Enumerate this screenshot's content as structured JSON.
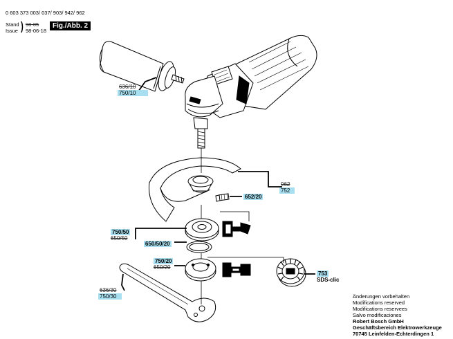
{
  "header": {
    "part_numbers": "0 603 373 003/ 037/ 903/ 942/ 962",
    "stand_label": "Stand",
    "issue_label": "Issue",
    "stand_value": "98-05",
    "issue_value": "98-06-18",
    "fig_label": "Fig./Abb. 2"
  },
  "parts": {
    "handle_old": "636/10",
    "handle_new": "750/10",
    "guard_old": "962",
    "guard_new": "752",
    "screw": "652/20",
    "flange_new": "750/50",
    "flange_old": "650/50",
    "oring": "650/50/20",
    "nut_new": "750/20",
    "nut_old": "650/20",
    "sds_num": "753",
    "sds_label": "SDS-clic",
    "spanner_old": "636/30",
    "spanner_new": "750/30"
  },
  "footer": {
    "line1": "Änderungen vorbehalten",
    "line2": "Modifications reserved",
    "line3": "Modifications reservees",
    "line4": "Salvo modificaciones",
    "line5": "Robert Bosch GmbH",
    "line6": "Geschäftsbereich Elektrowerkzeuge",
    "line7": "70745 Leinfelden-Echterdingen 1"
  }
}
